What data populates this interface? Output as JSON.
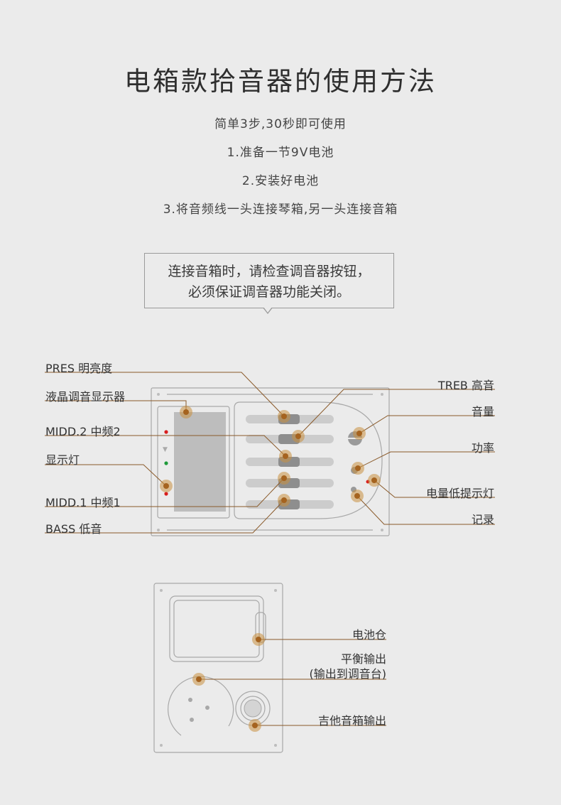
{
  "title": "电箱款拾音器的使用方法",
  "steps": [
    "简单3步,30秒即可使用",
    "1.准备一节9V电池",
    "2.安装好电池",
    "3.将音频线一头连接琴箱,另一头连接音箱"
  ],
  "notice": {
    "line1": "连接音箱时，请检查调音器按钮，",
    "line2": "必须保证调音器功能关闭。"
  },
  "front_labels": {
    "pres": "PRES 明亮度",
    "lcd": "液晶调音显示器",
    "midd2": "MIDD.2 中频2",
    "indicator": "显示灯",
    "midd1": "MIDD.1 中频1",
    "bass": "BASS 低音",
    "treb": "TREB 高音",
    "volume": "音量",
    "power": "功率",
    "low_battery": "电量低提示灯",
    "record": "记录"
  },
  "back_labels": {
    "battery": "电池仓",
    "balanced_1": "平衡输出",
    "balanced_2": "(输出到调音台)",
    "guitar_out": "吉他音箱输出"
  },
  "colors": {
    "leader": "#8a5a2a",
    "marker": "#c8903f",
    "panel": "#a8a8a8",
    "led_red": "#d81e1e",
    "led_green": "#1f9a3a"
  }
}
